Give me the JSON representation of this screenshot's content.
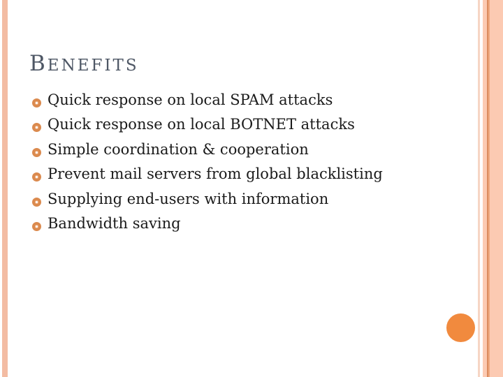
{
  "slide": {
    "title": "BENEFITS",
    "bullets": [
      "Quick response on local SPAM attacks",
      "Quick response on local BOTNET attacks",
      "Simple coordination & cooperation",
      "Prevent mail servers from global blacklisting",
      "Supplying end-users with information",
      "Bandwidth saving"
    ]
  },
  "decor": {
    "bullet_icon": "ring-circle-icon",
    "left_bar_color": "#F3BCA3",
    "right_stripe_pale_color": "#F6D5C4",
    "right_band_color": "#FCCAB2",
    "right_band_dark_line_color": "#DC8C60",
    "right_band_mid_line_color": "#EFA87E",
    "accent_circle_color": "#F18A3E",
    "title_color": "#4E5765",
    "body_text_color": "#1A1A1A",
    "bullet_ring_color": "#DB8A4E"
  }
}
